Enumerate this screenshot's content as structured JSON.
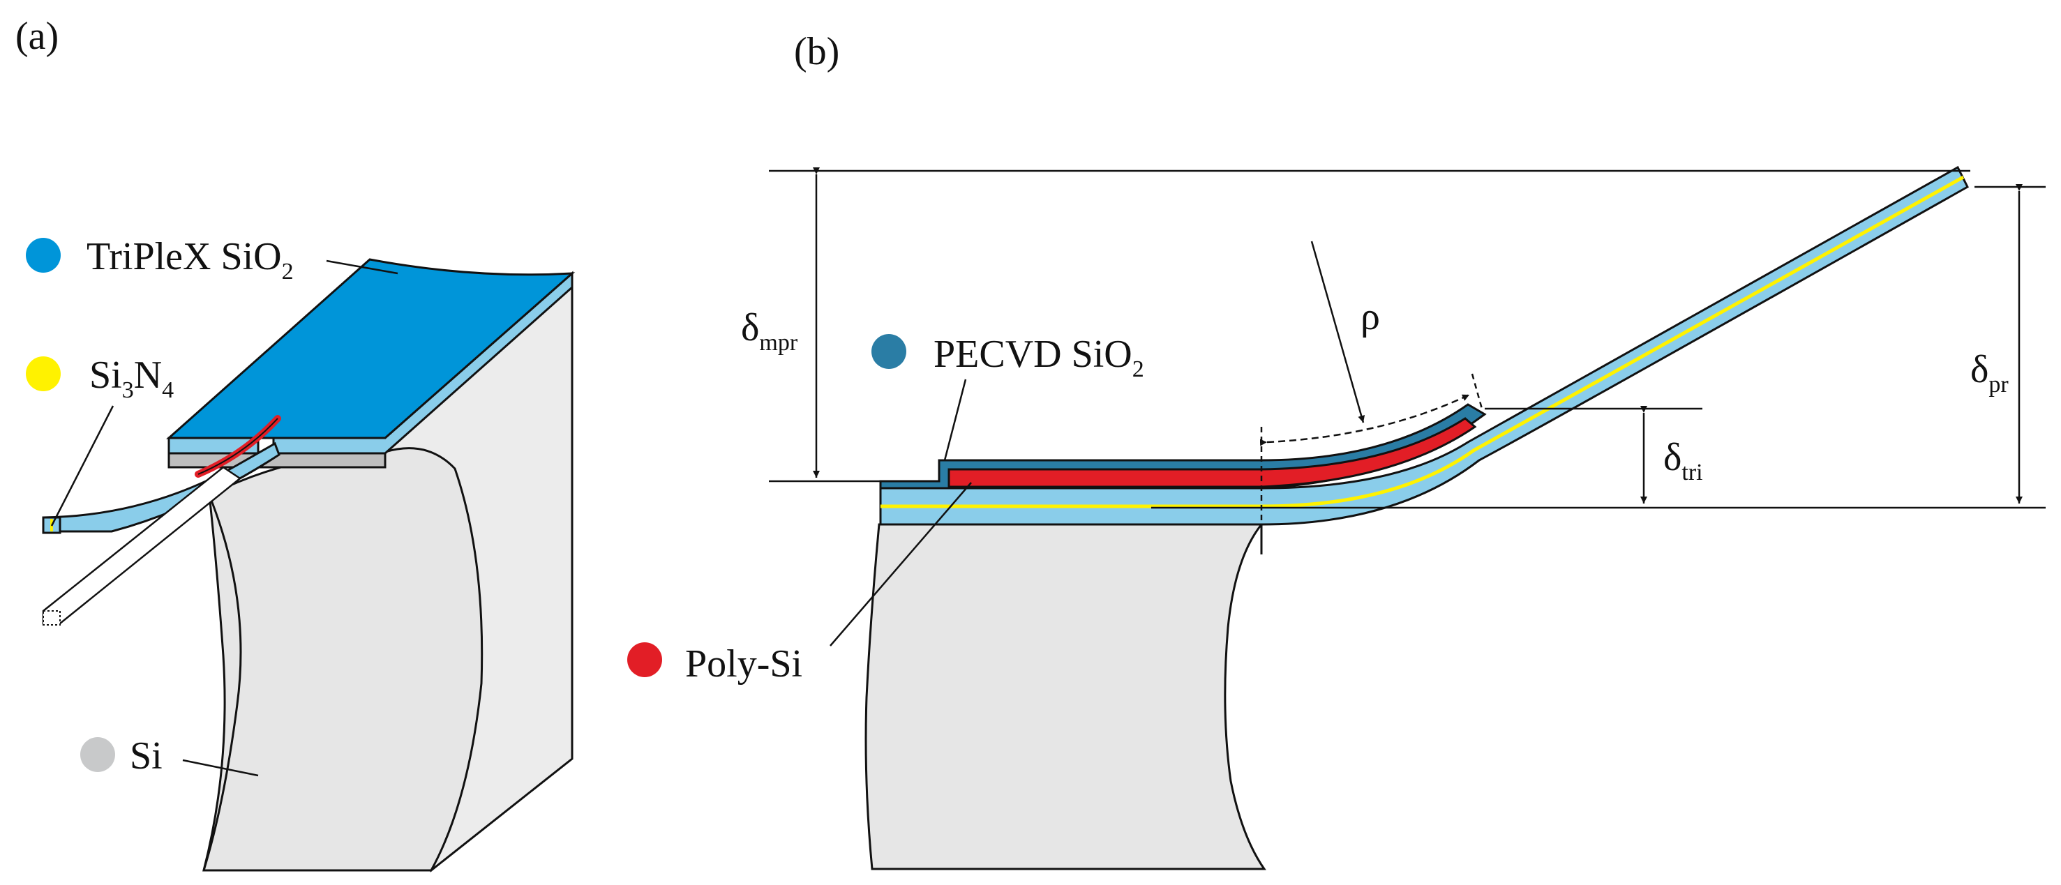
{
  "panel_a": {
    "tag": "(a)",
    "legend": {
      "triplex": {
        "main": "TriPleX SiO",
        "sub": "2"
      },
      "nitride": {
        "p1": "Si",
        "s1": "3",
        "p2": "N",
        "s2": "4"
      },
      "silicon": {
        "main": "Si"
      }
    }
  },
  "panel_b": {
    "tag": "(b)",
    "legend": {
      "pecvd": {
        "main": "PECVD SiO",
        "sub": "2"
      },
      "polysi": {
        "main": "Poly-Si"
      }
    },
    "dimensions": {
      "mpr": {
        "symbol": "δ",
        "sub": "mpr"
      },
      "rho": {
        "symbol": "ρ"
      },
      "tri": {
        "symbol": "δ",
        "sub": "tri"
      },
      "pr": {
        "symbol": "δ",
        "sub": "pr"
      }
    }
  },
  "colors": {
    "triplex_sio2": "#0095D9",
    "triplex_light": "#8ACDEA",
    "si3n4": "#FFF200",
    "si": "#C8C9CA",
    "si_fill": "#E6E6E6",
    "pecvd_sio2": "#2A7DA5",
    "poly_si": "#E21E26",
    "line": "#111111"
  }
}
